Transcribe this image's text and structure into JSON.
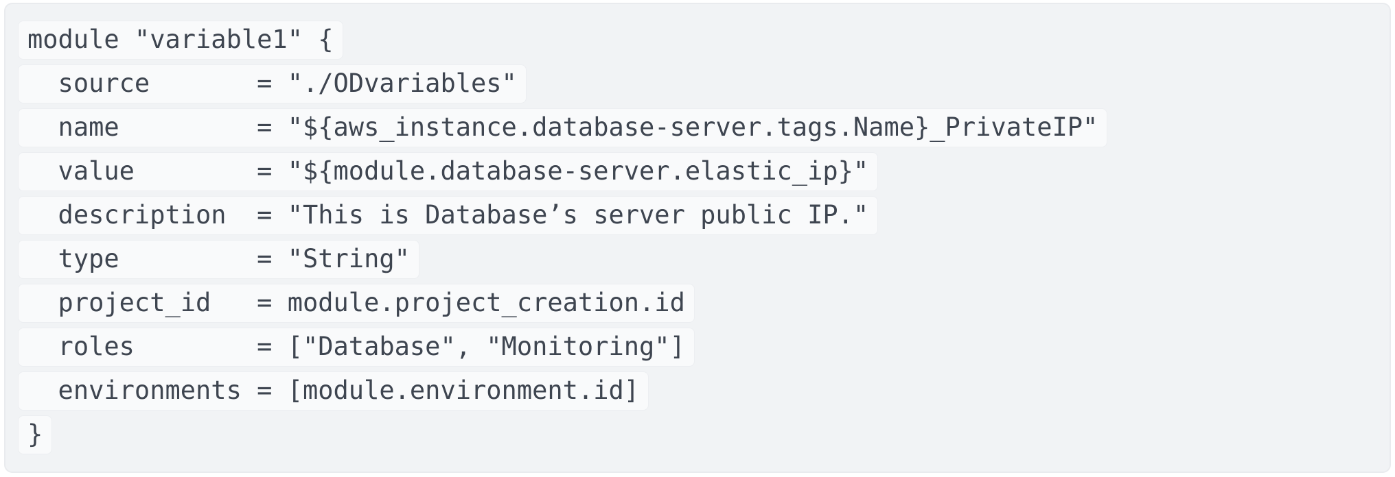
{
  "code_block": {
    "content_type": "code-snippet",
    "lines": [
      "module \"variable1\" {",
      "  source       = \"./ODvariables\"",
      "  name         = \"${aws_instance.database-server.tags.Name}_PrivateIP\"",
      "  value        = \"${module.database-server.elastic_ip}\"",
      "  description  = \"This is Database’s server public IP.\"",
      "  type         = \"String\"",
      "  project_id   = module.project_creation.id",
      "  roles        = [\"Database\", \"Monitoring\"]",
      "  environments = [module.environment.id]",
      "}"
    ],
    "colors": {
      "page_bg": "#ffffff",
      "container_bg": "#f1f3f5",
      "container_border": "#e9ebee",
      "line_bg": "#f9fafb",
      "line_border": "#eceef1",
      "text": "#3e4550"
    }
  }
}
